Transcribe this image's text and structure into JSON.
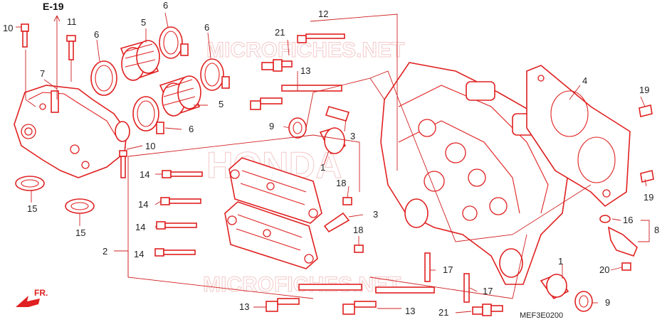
{
  "watermark": {
    "text": "MICROFICHES.NET",
    "brand": "HONDA"
  },
  "reference": "E-19",
  "direction": "FR.",
  "diagram_code": "MEF3E0200",
  "colors": {
    "line": "#e02020",
    "watermark": "#f3c9c9",
    "text": "#222222"
  },
  "callouts": {
    "c10a": "10",
    "c10b": "10",
    "c11": "11",
    "c7": "7",
    "c6a": "6",
    "c6b": "6",
    "c6c": "6",
    "c6d": "6",
    "c5a": "5",
    "c5b": "5",
    "c15a": "15",
    "c15b": "15",
    "c14a": "14",
    "c14b": "14",
    "c14c": "14",
    "c14d": "14",
    "c2": "2",
    "c12": "12",
    "c21a": "21",
    "c21b": "21",
    "c13a": "13",
    "c13b": "13",
    "c13c": "13",
    "c9a": "9",
    "c9b": "9",
    "c3a": "3",
    "c3b": "3",
    "c1a": "1",
    "c1b": "1",
    "c18a": "18",
    "c18b": "18",
    "c4": "4",
    "c19a": "19",
    "c19b": "19",
    "c16": "16",
    "c8": "8",
    "c20": "20",
    "c17a": "17",
    "c17b": "17"
  }
}
